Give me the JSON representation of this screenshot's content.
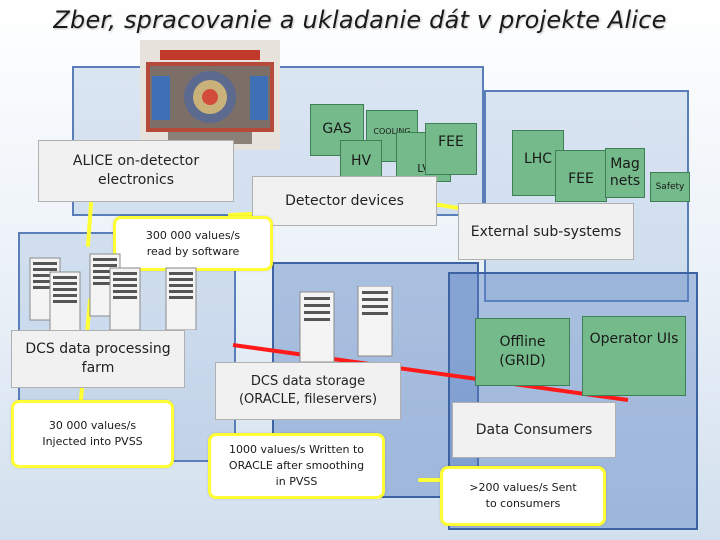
{
  "title": "Zber, spracovanie a ukladanie dát v projekte Alice",
  "left_column": {
    "on_detector": "ALICE on-detector electronics",
    "values_read": "300 000 values/s read by software",
    "farm": "DCS data processing farm",
    "values_injected": "30 000 values/s Injected into PVSS"
  },
  "detector_devices": {
    "label": "Detector devices",
    "gas": "GAS",
    "cooling": "COOLING",
    "hv": "HV",
    "lv": "LV",
    "fee": "FEE"
  },
  "external": {
    "label": "External sub-systems",
    "lhc": "LHC",
    "fee": "FEE",
    "magnets": "Mag nets",
    "safety": "Safety"
  },
  "storage": {
    "label": "DCS data storage (ORACLE, fileservers)",
    "values_written": "1000 values/s Written to ORACLE after smoothing in PVSS"
  },
  "consumers": {
    "offline": "Offline (GRID)",
    "operator": "Operator UIs",
    "label": "Data Consumers",
    "values_sent": ">200 values/s Sent to consumers"
  },
  "colors": {
    "frame": "#5a7fb8",
    "green": "#74ba8a",
    "yellow": "#ffff33",
    "red": "#ff1a1a",
    "grey_box": "#f1f1f1"
  }
}
